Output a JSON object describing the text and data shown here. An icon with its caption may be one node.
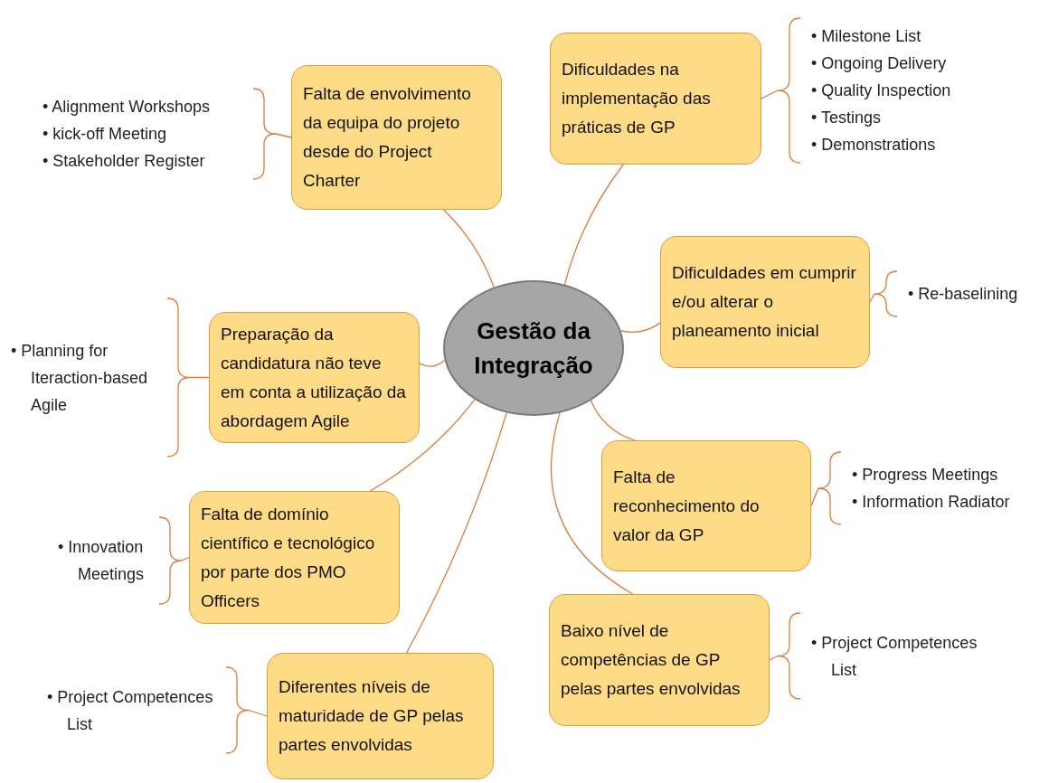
{
  "diagram": {
    "nodes": [
      {
        "text": [
          "Gestão da Integração"
        ]
      },
      {
        "text": [
          "Falta de envolvimento da equipa do projeto desde do Project Charter"
        ]
      },
      {
        "text": [
          "• Alignment Workshops",
          "• kick-off Meeting",
          "• Stakeholder Register"
        ]
      },
      {
        "text": [
          "Dificuldades na implementação das práticas de GP"
        ]
      },
      {
        "text": [
          "• Milestone List",
          "• Ongoing Delivery",
          "• Quality Inspection",
          "• Testings",
          "• Demonstrations"
        ]
      },
      {
        "text": [
          "Dificuldades em cumprir e/ou alterar o planeamento inicial"
        ]
      },
      {
        "text": [
          "• Re-baselining"
        ]
      },
      {
        "text": [
          "Preparação da candidatura não teve em conta a utilização da abordagem Agile"
        ]
      },
      {
        "text": [
          "• Planning for Iteraction-based Agile"
        ]
      },
      {
        "text": [
          "Falta de reconhecimento do valor da GP"
        ]
      },
      {
        "text": [
          "• Progress Meetings",
          "• Information Radiator"
        ]
      },
      {
        "text": [
          "Falta de domínio científico e tecnológico por parte dos PMO Officers"
        ]
      },
      {
        "text": [
          "• Innovation Meetings"
        ]
      },
      {
        "text": [
          "Baixo nível de competências de GP pelas partes envolvidas"
        ]
      },
      {
        "text": [
          "• Project Competences List"
        ]
      },
      {
        "text": [
          "Diferentes níveis de maturidade de GP pelas partes envolvidas"
        ]
      },
      {
        "text": [
          "• Project Competences List"
        ]
      }
    ],
    "edges": [
      {
        "from": 0,
        "to": 1,
        "arrow": "none"
      },
      {
        "from": 0,
        "to": 3,
        "arrow": "none"
      },
      {
        "from": 0,
        "to": 5,
        "arrow": "none"
      },
      {
        "from": 0,
        "to": 7,
        "arrow": "none"
      },
      {
        "from": 0,
        "to": 9,
        "arrow": "none"
      },
      {
        "from": 0,
        "to": 11,
        "arrow": "none"
      },
      {
        "from": 0,
        "to": 13,
        "arrow": "none"
      },
      {
        "from": 0,
        "to": 15,
        "arrow": "none"
      },
      {
        "from": 1,
        "to": 2,
        "arrow": "none"
      },
      {
        "from": 3,
        "to": 4,
        "arrow": "none"
      },
      {
        "from": 5,
        "to": 6,
        "arrow": "none"
      },
      {
        "from": 7,
        "to": 8,
        "arrow": "none"
      },
      {
        "from": 9,
        "to": 10,
        "arrow": "none"
      },
      {
        "from": 11,
        "to": 12,
        "arrow": "none"
      },
      {
        "from": 13,
        "to": 14,
        "arrow": "none"
      },
      {
        "from": 15,
        "to": 16,
        "arrow": "none"
      }
    ]
  }
}
